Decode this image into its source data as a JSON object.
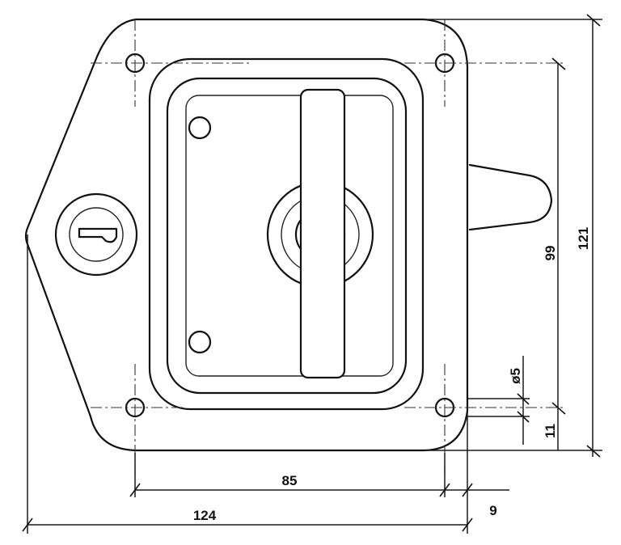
{
  "drawing": {
    "subject": "Paddle / T-handle lock technical drawing",
    "units": "mm",
    "colors": {
      "line": "#111111",
      "background": "#ffffff"
    }
  },
  "dimensions": {
    "overall_width": "124",
    "hole_spacing_horizontal": "85",
    "edge_offset_right": "9",
    "overall_height": "121",
    "hole_spacing_vertical": "99",
    "hole_offset_bottom": "11",
    "hole_diameter": "ø5"
  },
  "features": {
    "mounting_holes": 4,
    "inner_holes": 2,
    "key_cylinder": "key-cylinder-icon",
    "handle": "T-handle",
    "side_tab": "latch-tab"
  }
}
